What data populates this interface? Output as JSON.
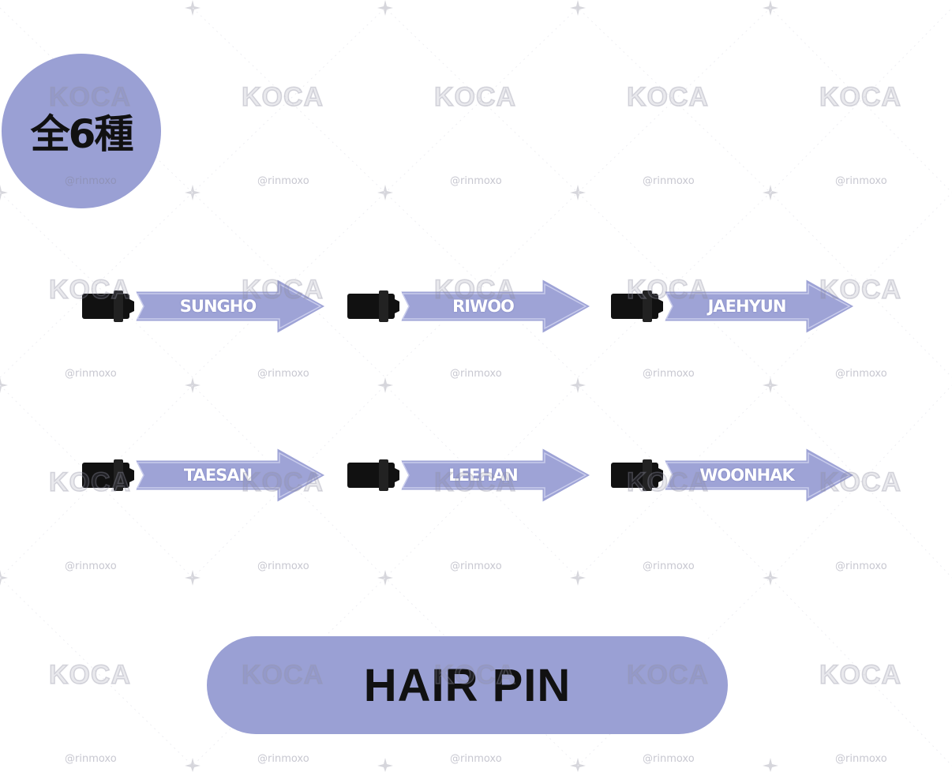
{
  "badge": {
    "label": "全6種"
  },
  "pins": [
    {
      "name": "SUNGHO"
    },
    {
      "name": "RIWOO"
    },
    {
      "name": "JAEHYUN"
    },
    {
      "name": "TAESAN"
    },
    {
      "name": "LEEHAN"
    },
    {
      "name": "WOONHAK"
    }
  ],
  "product": {
    "title": "HAIR PIN"
  },
  "watermark": {
    "brand": "KOCA",
    "handle": "@rinmoxo"
  },
  "colors": {
    "accent": "#9aa0d4",
    "pin_fill": "#9ea3d6",
    "clip": "#111111"
  }
}
